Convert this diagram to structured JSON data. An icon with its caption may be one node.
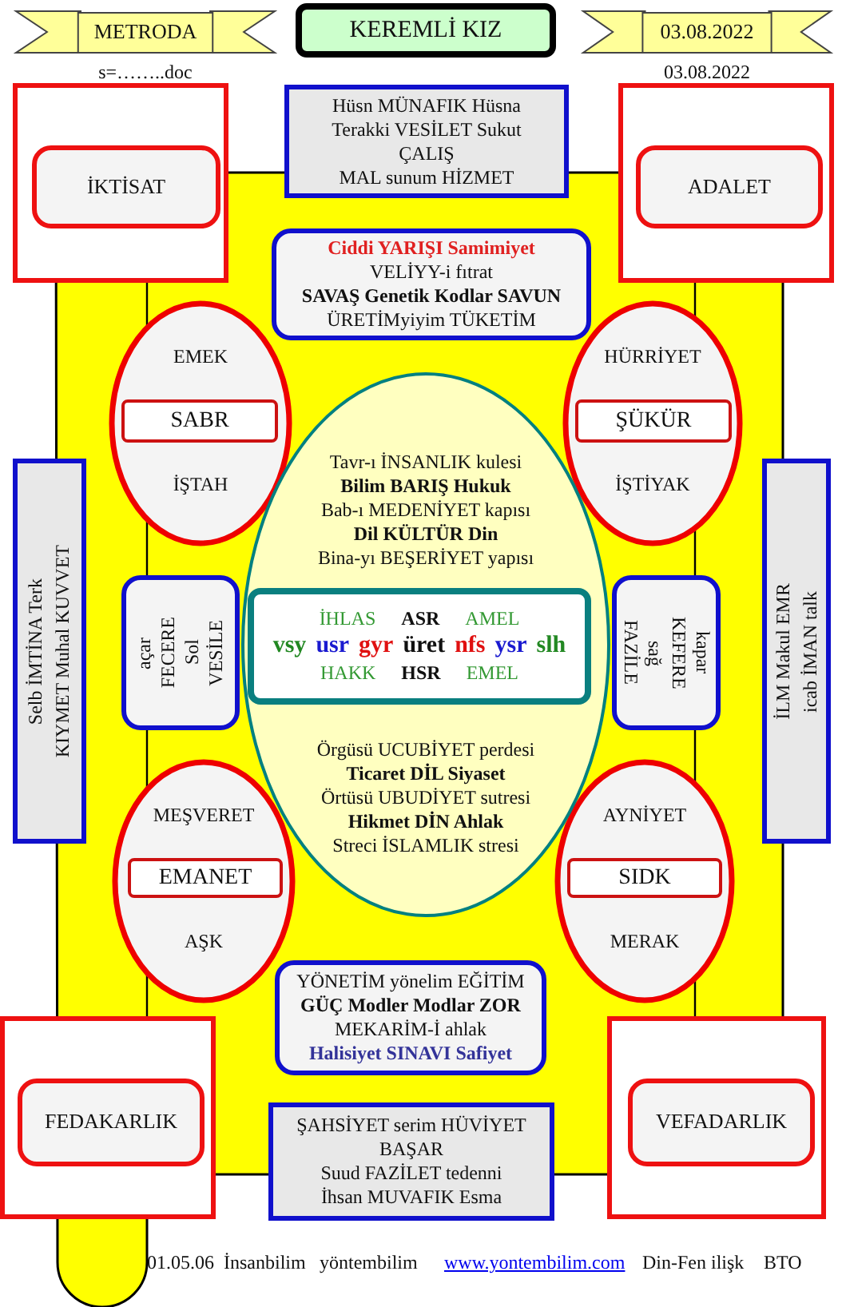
{
  "diagram": {
    "title": "KEREMLİ KIZ",
    "nodes": [
      {
        "text": [
          "METRODA"
        ],
        "beside": [
          "s=……..doc"
        ]
      },
      {
        "text": [
          "03.08.2022"
        ],
        "beside": [
          "03.08.2022"
        ]
      },
      {
        "text": [],
        "shape": "box"
      },
      {
        "text": [
          "İKTİSAT"
        ],
        "in": 2
      },
      {
        "text": [
          "Hüsn MÜNAFIK Hüsna",
          "Terakki VESİLET Sukut",
          "ÇALIŞ",
          "MAL sunum HİZMET"
        ]
      },
      {
        "text": [],
        "shape": "box"
      },
      {
        "text": [
          "ADALET"
        ],
        "in": 5
      },
      {
        "text": [
          "Ciddi YARIŞI Samimiyet",
          "VELİYY-i fıtrat",
          "SAVAŞ Genetik Kodlar SAVUN",
          "ÜRETİMyiyim TÜKETİM"
        ]
      },
      {
        "text": [
          "EMEK",
          "İŞTAH"
        ]
      },
      {
        "text": [
          "SABR"
        ],
        "in": 8
      },
      {
        "text": [
          "HÜRRİYET",
          "İŞTİYAK"
        ]
      },
      {
        "text": [
          "ŞÜKÜR"
        ],
        "in": 10
      },
      {
        "text": [
          "Selb İMTİNA Terk",
          "KIYMET Muhal KUVVET"
        ]
      },
      {
        "text": [
          "Tavr-ı İNSANLIK kulesi",
          "Bilim BARIŞ Hukuk",
          "Bab-ı MEDENİYET kapısı",
          "Dil KÜLTÜR Din",
          "Bina-yı BEŞERİYET yapısı",
          "Örgüsü UCUBİYET perdesi",
          "Ticaret DİL Siyaset",
          "Örtüsü UBUDİYET sutresi",
          "Hikmet DİN Ahlak",
          "Streci İSLAMLIK stresi"
        ]
      },
      {
        "text": [
          "İHLAS",
          "ASR",
          "AMEL",
          "vsy",
          "usr",
          "gyr",
          "üret",
          "nfs",
          "ysr",
          "slh",
          "HAKK",
          "HSR",
          "EMEL"
        ],
        "in": 13
      },
      {
        "text": [
          "açar",
          "FECERE",
          "Sol",
          "VESİLE"
        ]
      },
      {
        "text": [
          "FAZİLE",
          "sağ",
          "KEFERE",
          "kapar"
        ]
      },
      {
        "text": [
          "İLM Makul EMR",
          "icab İMAN talk"
        ]
      },
      {
        "text": [
          "MEŞVERET",
          "AŞK"
        ]
      },
      {
        "text": [
          "EMANET"
        ],
        "in": 18
      },
      {
        "text": [
          "AYNİYET",
          "MERAK"
        ]
      },
      {
        "text": [
          "SIDK"
        ],
        "in": 20
      },
      {
        "text": [
          "YÖNETİM yönelim EĞİTİM",
          "GÜÇ Modler Modlar ZOR",
          "MEKARİM-İ ahlak",
          "Halisiyet SINAVI Safiyet"
        ]
      },
      {
        "text": [],
        "shape": "box"
      },
      {
        "text": [
          "FEDAKARLIK"
        ],
        "in": 23
      },
      {
        "text": [
          "ŞAHSİYET serim HÜVİYET",
          "BAŞAR",
          "Suud FAZİLET tedenni",
          "İhsan MUVAFIK Esma"
        ]
      },
      {
        "text": [],
        "shape": "box"
      },
      {
        "text": [
          "VEFADARLIK"
        ],
        "in": 26
      }
    ],
    "labels": [
      "01.05.06",
      "İnsanbilim",
      "yöntembilim",
      "www.yontembilim.com",
      "Din-Fen ilişk",
      "BTO"
    ]
  }
}
